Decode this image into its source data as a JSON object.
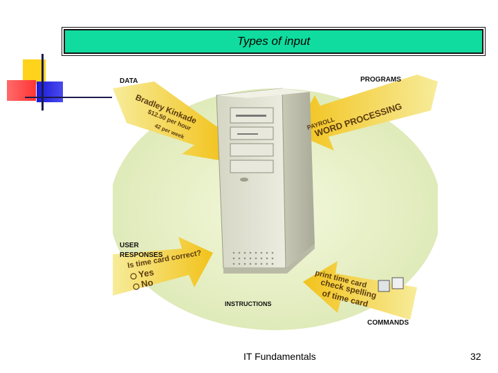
{
  "slide": {
    "title": "Types of input",
    "footer_text": "IT Fundamentals",
    "page_number": "32"
  },
  "figure": {
    "data_label": "DATA",
    "data_name": "Bradley Kinkade",
    "data_rate": "$12.50 per hour",
    "data_hours": "42 per week",
    "programs_label": "PROGRAMS",
    "program_1": "PAYROLL",
    "program_2": "WORD PROCESSING",
    "user_label_1": "USER",
    "user_label_2": "RESPONSES",
    "question": "Is time card correct?",
    "answer_yes": "Yes",
    "answer_no": "No",
    "instructions_label": "INSTRUCTIONS",
    "command_1": "print time card",
    "command_2": "check spelling",
    "command_3": "of time card",
    "commands_label": "COMMANDS"
  },
  "colors": {
    "title_bg": "#0fdc9e",
    "arrow": "#f2c21a",
    "arrow_light": "#f7ec9a",
    "disc": "#e8f2c8",
    "deco_yellow": "#ffd21c",
    "deco_red": "#ff4444",
    "deco_blue": "#2222dd"
  }
}
